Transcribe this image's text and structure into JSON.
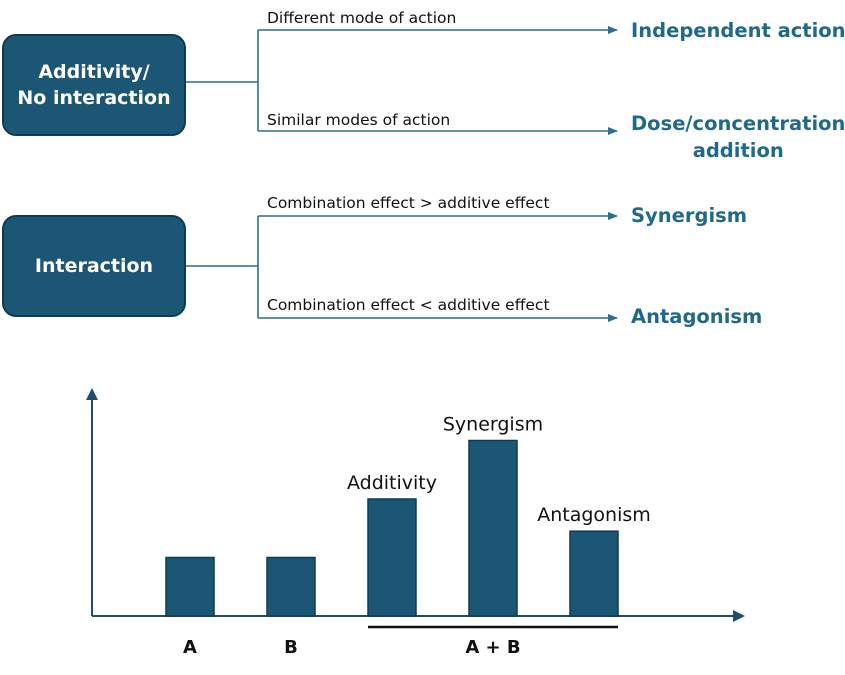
{
  "diagram": {
    "box_additivity": "Additivity/\nNo interaction",
    "box_interaction": "Interaction",
    "branch_different_mode": "Different mode of action",
    "branch_similar_modes": "Similar modes of action",
    "branch_greater": "Combination effect > additive effect",
    "branch_less": "Combination effect < additive effect",
    "outcome_independent": "Independent action",
    "outcome_dose": "Dose/concentration\naddition",
    "outcome_synergism": "Synergism",
    "outcome_antagonism": "Antagonism"
  },
  "chart_data": {
    "type": "bar",
    "categories": [
      "A",
      "B",
      "Additivity",
      "Synergism",
      "Antagonism"
    ],
    "values": [
      1,
      1,
      2,
      3,
      1.45
    ],
    "bar_labels": [
      "",
      "",
      "Additivity",
      "Synergism",
      "Antagonism"
    ],
    "group_labels": [
      {
        "label": "A",
        "categories": [
          "A"
        ]
      },
      {
        "label": "B",
        "categories": [
          "B"
        ]
      },
      {
        "label": "A + B",
        "categories": [
          "Additivity",
          "Synergism",
          "Antagonism"
        ]
      }
    ],
    "title": "",
    "xlabel": "",
    "ylabel": "",
    "ylim": [
      0,
      3.3
    ],
    "grid": false,
    "bar_color": "#1b5775",
    "bar_edge_color": "#0f3b52"
  },
  "colors": {
    "box_fill": "#1b5775",
    "outcome_text": "#1f6a8a",
    "connector": "#2b6f90"
  }
}
